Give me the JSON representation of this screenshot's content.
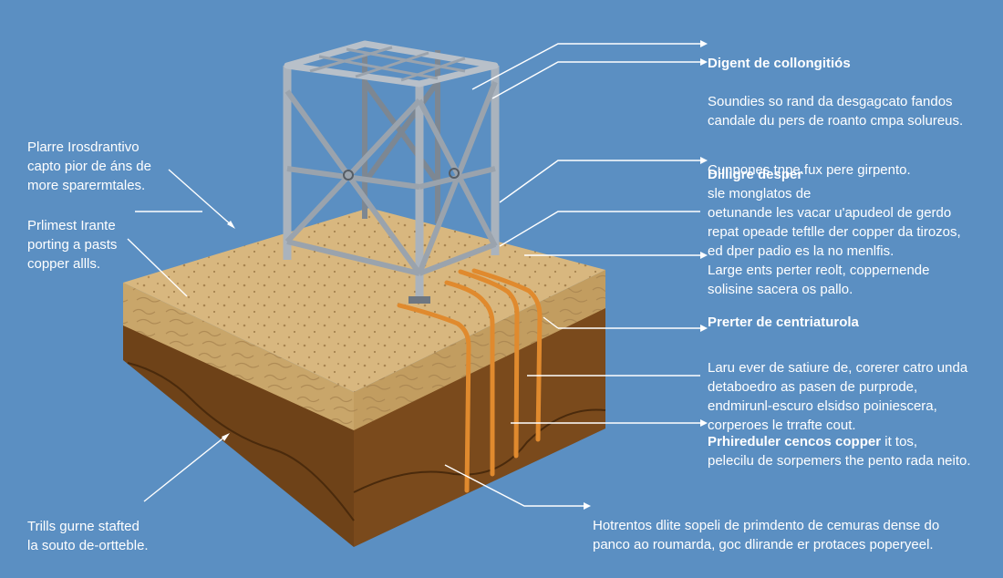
{
  "colors": {
    "background": "#5b8fc2",
    "sand": "#d8b77f",
    "sand_side": "#c9a66a",
    "soil": "#7a4a1c",
    "soil_dark": "#5e3612",
    "steel": "#a9b1bb",
    "steel_dark": "#6d7681",
    "copper": "#e08a2e",
    "leader": "#ffffff"
  },
  "labels": {
    "left_top": "Plarre Irosdrantivo\ncapto pior de áns de\nmore sparermtales.",
    "left_mid": "Prlimest Irante\nporting a pasts\ncopper allls.",
    "left_bottom": "Trills gurne stafted\nla souto de-ortteble.",
    "r1_title": "Digent de collongitiós",
    "r1_body": "Soundies so rand da desgagcato fandos\ncandale du pers de roanto cmpa solureus.",
    "r1_note": "Cunpones tnpe.fux pere girpento.",
    "r2_title": "Dilligre desper",
    "r2_body": "sle monglatos de\noetunande les vacar u'apudeol de gerdo\nrepat opeade teftlle der copper da tirozos,\ned dper padio es la no menlfis.",
    "r3": "Large ents perter reolt, coppernende\nsolisine sacera os pallo.",
    "r4_title": "Prerter de centriaturola",
    "r4_body": "Laru ever de satiure de, corerer catro unda\ndetaboedro as pasen de purprode,\nendmirunl-escuro elsidso poiniescera,\ncorperoes le trrafte cout.",
    "r5_title": "Prhireduler cencos copper",
    "r5_body": " it tos,\npelecilu de sorpemers the pento rada neito.",
    "bottom": "Hotrentos dlite sopeli de primdento de cemuras dense do\npanco ao roumarda, goc dlirande er protaces poperyeel."
  }
}
